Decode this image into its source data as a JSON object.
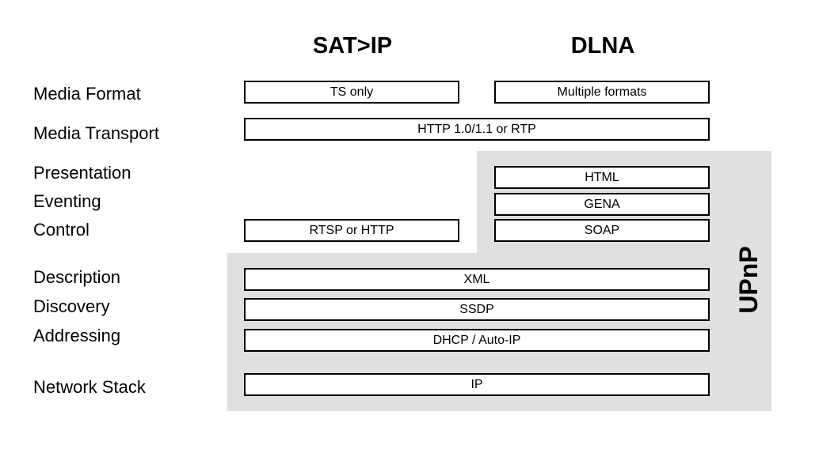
{
  "headers": {
    "satip": "SAT>IP",
    "dlna": "DLNA"
  },
  "layers": [
    "Media Format",
    "Media Transport",
    "Presentation",
    "Eventing",
    "Control",
    "Description",
    "Discovery",
    "Addressing",
    "Network Stack"
  ],
  "boxes": {
    "ts_only": "TS only",
    "multiple_formats": "Multiple formats",
    "transport": "HTTP 1.0/1.1 or RTP",
    "html": "HTML",
    "gena": "GENA",
    "rtsp_http": "RTSP or HTTP",
    "soap": "SOAP",
    "xml": "XML",
    "ssdp": "SSDP",
    "dhcp": "DHCP / Auto-IP",
    "ip": "IP"
  },
  "upnp": {
    "label": "UPnP",
    "color": "#e0e0e0"
  }
}
